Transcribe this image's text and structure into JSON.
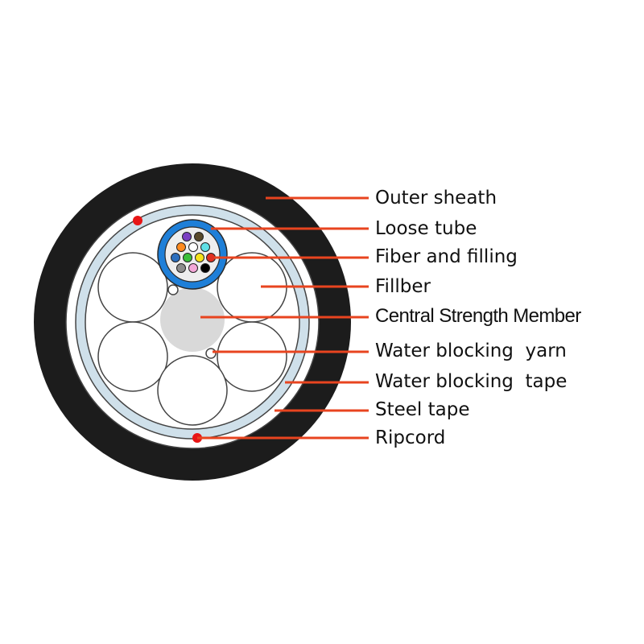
{
  "labels": {
    "outer_sheath": "Outer sheath",
    "loose_tube": "Loose tube",
    "fiber_and_filling": "Fiber and filling",
    "filler": "Fillber",
    "central_strength_member": "Central Strength Member",
    "water_blocking_yarn": "Water blocking  yarn",
    "water_blocking_tape": "Water blocking  tape",
    "steel_tape": "Steel tape",
    "ripcord": "Ripcord"
  },
  "colors": {
    "sheath": "#1c1c1c",
    "leader": "#e8441f",
    "tape": "#cfe0ea",
    "tube": "#1e7fd8",
    "ripcord": "#e81515",
    "central_member": "#d9d9d9"
  },
  "fiber_colors": [
    "#7b3fc2",
    "#5a4a2a",
    "#ff8a1e",
    "#ffffff",
    "#5fe0e6",
    "#2c6fbe",
    "#3cbf3a",
    "#f5e21a",
    "#e03020",
    "#8c8c8c",
    "#f4a8d8",
    "#000000"
  ]
}
